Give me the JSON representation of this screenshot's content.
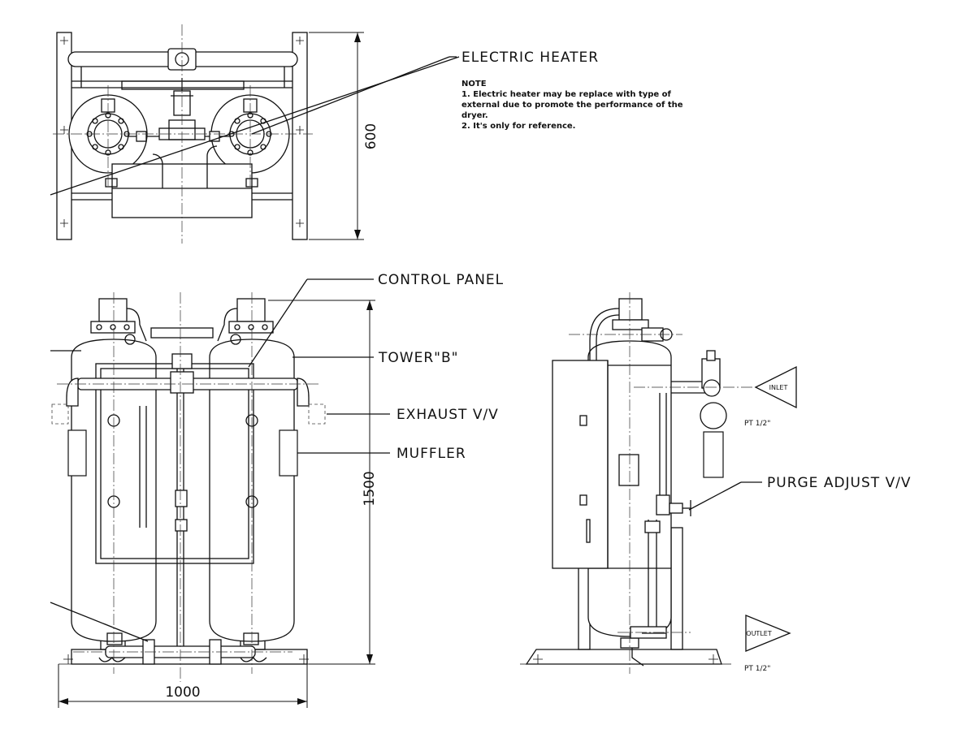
{
  "labels": {
    "electric_heater": "ELECTRIC HEATER",
    "control_panel": "CONTROL PANEL",
    "tower_b": "TOWER\"B\"",
    "exhaust_vv": "EXHAUST V/V",
    "muffler": "MUFFLER",
    "purge_adjust_vv": "PURGE ADJUST V/V"
  },
  "note": {
    "title": "NOTE",
    "lines": [
      "1. Electric heater may be replace with type of",
      "external due to promote the performance of the",
      "dryer.",
      "2. It's only for reference."
    ]
  },
  "dimensions": {
    "top_depth": "600",
    "front_height": "1500",
    "front_width": "1000"
  },
  "ports": {
    "inlet": "INLET",
    "inlet_size": "PT 1/2\"",
    "outlet": "OUTLET",
    "outlet_size": "PT 1/2\""
  }
}
